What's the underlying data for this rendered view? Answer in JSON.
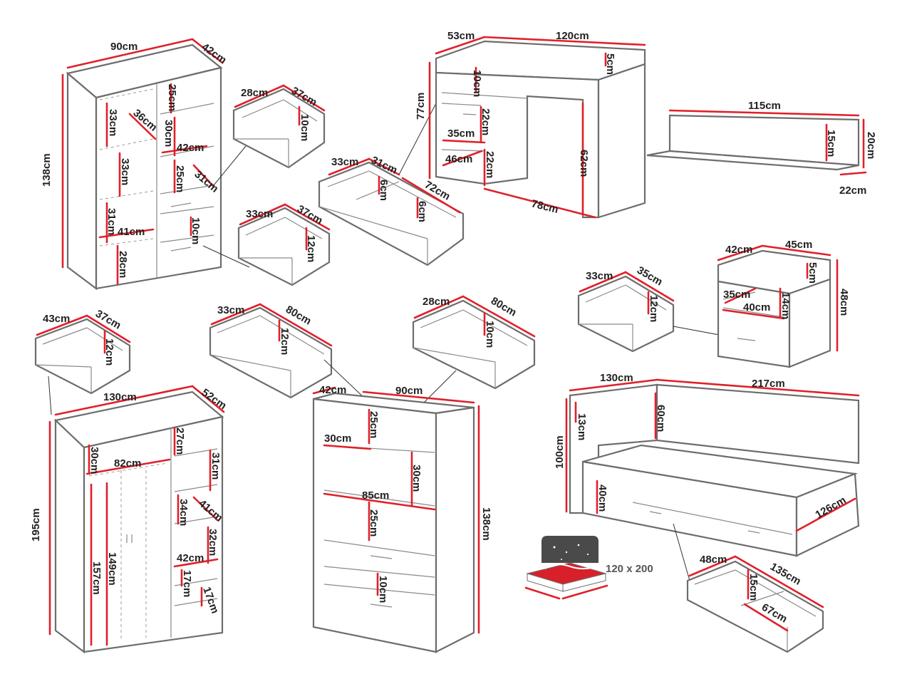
{
  "diagram": {
    "items": [
      {
        "id": "wardrobe-small",
        "labels": [
          "90cm",
          "42cm",
          "138cm",
          "25cm",
          "30cm",
          "42cm",
          "25cm",
          "31cm",
          "33cm",
          "36cm",
          "33cm",
          "31cm",
          "41cm",
          "28cm",
          "10cm"
        ]
      },
      {
        "id": "drawer-28",
        "labels": [
          "28cm",
          "37cm",
          "10cm"
        ]
      },
      {
        "id": "drawer-33-37",
        "labels": [
          "33cm",
          "37cm",
          "12cm"
        ]
      },
      {
        "id": "desk-drawer",
        "labels": [
          "33cm",
          "31cm",
          "6cm",
          "72cm",
          "6cm"
        ]
      },
      {
        "id": "desk",
        "labels": [
          "53cm",
          "120cm",
          "5cm",
          "77cm",
          "10cm",
          "22cm",
          "35cm",
          "46cm",
          "22cm",
          "62cm",
          "78cm"
        ]
      },
      {
        "id": "shelf",
        "labels": [
          "115cm",
          "15cm",
          "20cm",
          "22cm"
        ]
      },
      {
        "id": "nightstand-drawer",
        "labels": [
          "33cm",
          "35cm",
          "12cm"
        ]
      },
      {
        "id": "nightstand",
        "labels": [
          "42cm",
          "45cm",
          "5cm",
          "35cm",
          "14cm",
          "40cm",
          "48cm"
        ]
      },
      {
        "id": "drawer-43",
        "labels": [
          "43cm",
          "37cm",
          "12cm"
        ]
      },
      {
        "id": "drawer-33-80",
        "labels": [
          "33cm",
          "80cm",
          "12cm"
        ]
      },
      {
        "id": "drawer-28-80",
        "labels": [
          "28cm",
          "80cm",
          "10cm"
        ]
      },
      {
        "id": "wardrobe-large",
        "labels": [
          "130cm",
          "52cm",
          "195cm",
          "30cm",
          "82cm",
          "157cm",
          "149cm",
          "27cm",
          "31cm",
          "34cm",
          "41cm",
          "32cm",
          "42cm",
          "17cm",
          "17cm"
        ]
      },
      {
        "id": "bookcase",
        "labels": [
          "42cm",
          "90cm",
          "138cm",
          "25cm",
          "30cm",
          "30cm",
          "85cm",
          "25cm",
          "10cm"
        ]
      },
      {
        "id": "bed",
        "labels": [
          "130cm",
          "217cm",
          "13cm",
          "60cm",
          "100cm",
          "40cm",
          "126cm"
        ]
      },
      {
        "id": "bed-drawer",
        "labels": [
          "48cm",
          "135cm",
          "15cm",
          "67cm"
        ]
      },
      {
        "id": "mattress",
        "labels": [
          "120 x 200"
        ]
      }
    ]
  }
}
